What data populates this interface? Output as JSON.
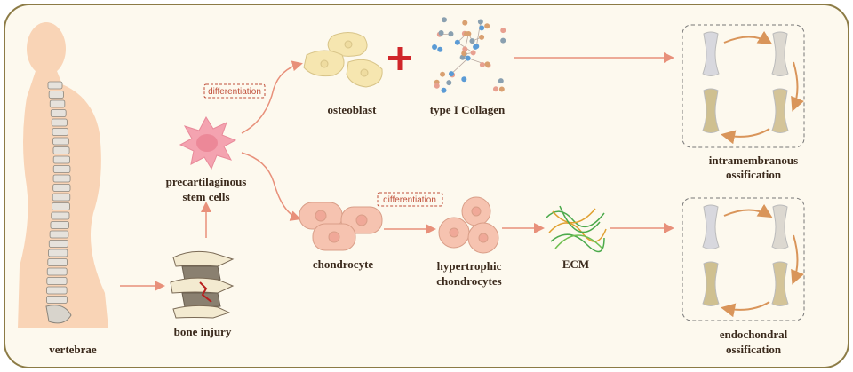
{
  "labels": {
    "vertebrae": "vertebrae",
    "bone_injury": "bone injury",
    "stem_cells_1": "precartilaginous",
    "stem_cells_2": "stem cells",
    "differentiation_top": "differentiation",
    "differentiation_bottom": "differentiation",
    "osteoblast": "osteoblast",
    "collagen": "type I Collagen",
    "chondrocyte": "chondrocyte",
    "hypertrophic_1": "hypertrophic",
    "hypertrophic_2": "chondrocytes",
    "ecm": "ECM",
    "intramembranous_1": "intramembranous",
    "intramembranous_2": "ossification",
    "endochondral_1": "endochondral",
    "endochondral_2": "ossification"
  },
  "colors": {
    "background": "#fdf9ee",
    "frame": "#8c7b45",
    "arrow": "#e8907a",
    "body": "#f9d4b6",
    "stem_cell": "#f4a3b0",
    "osteoblast": "#f6e6b0",
    "chondrocyte": "#f6c3b0",
    "plus": "#d0262a",
    "label": "#3b2a1c"
  }
}
